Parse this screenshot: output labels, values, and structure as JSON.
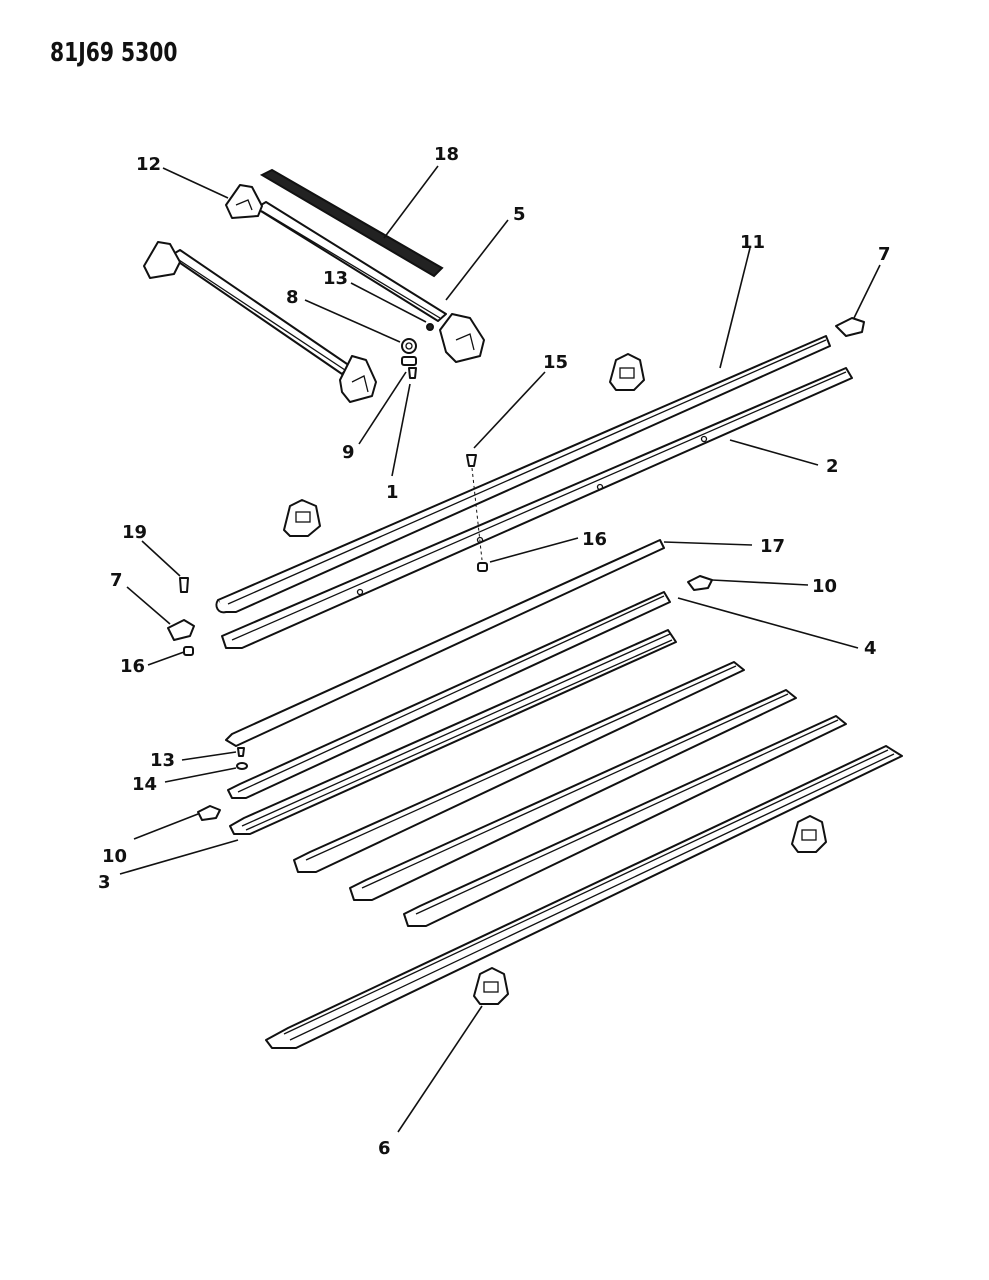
{
  "drawing_id": "81J69 5300",
  "callouts": {
    "c1": "1",
    "c2": "2",
    "c3": "3",
    "c4": "4",
    "c5": "5",
    "c6": "6",
    "c7a": "7",
    "c7b": "7",
    "c8": "8",
    "c9": "9",
    "c10a": "10",
    "c10b": "10",
    "c11": "11",
    "c12": "12",
    "c13a": "13",
    "c13b": "13",
    "c14": "14",
    "c15": "15",
    "c16a": "16",
    "c16b": "16",
    "c17": "17",
    "c18": "18",
    "c19": "19"
  }
}
